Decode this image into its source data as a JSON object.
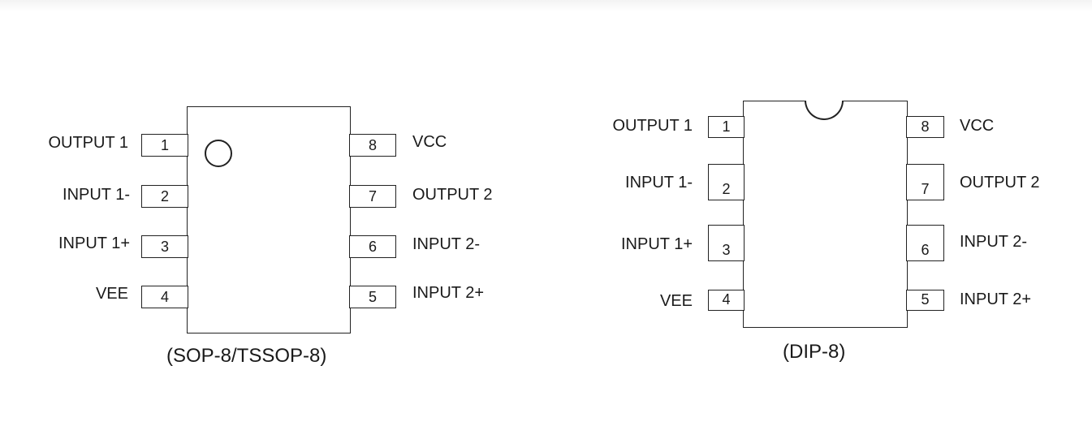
{
  "packages": [
    {
      "caption": "(SOP-8/TSSOP-8)",
      "pins": [
        {
          "num": "1",
          "name": "OUTPUT 1"
        },
        {
          "num": "2",
          "name": "INPUT 1-"
        },
        {
          "num": "3",
          "name": "INPUT 1+"
        },
        {
          "num": "4",
          "name": "VEE"
        },
        {
          "num": "5",
          "name": "INPUT 2+"
        },
        {
          "num": "6",
          "name": "INPUT 2-"
        },
        {
          "num": "7",
          "name": "OUTPUT 2"
        },
        {
          "num": "8",
          "name": "VCC"
        }
      ]
    },
    {
      "caption": "(DIP-8)",
      "pins": [
        {
          "num": "1",
          "name": "OUTPUT 1"
        },
        {
          "num": "2",
          "name": "INPUT 1-"
        },
        {
          "num": "3",
          "name": "INPUT 1+"
        },
        {
          "num": "4",
          "name": "VEE"
        },
        {
          "num": "5",
          "name": "INPUT 2+"
        },
        {
          "num": "6",
          "name": "INPUT 2-"
        },
        {
          "num": "7",
          "name": "OUTPUT 2"
        },
        {
          "num": "8",
          "name": "VCC"
        }
      ]
    }
  ]
}
